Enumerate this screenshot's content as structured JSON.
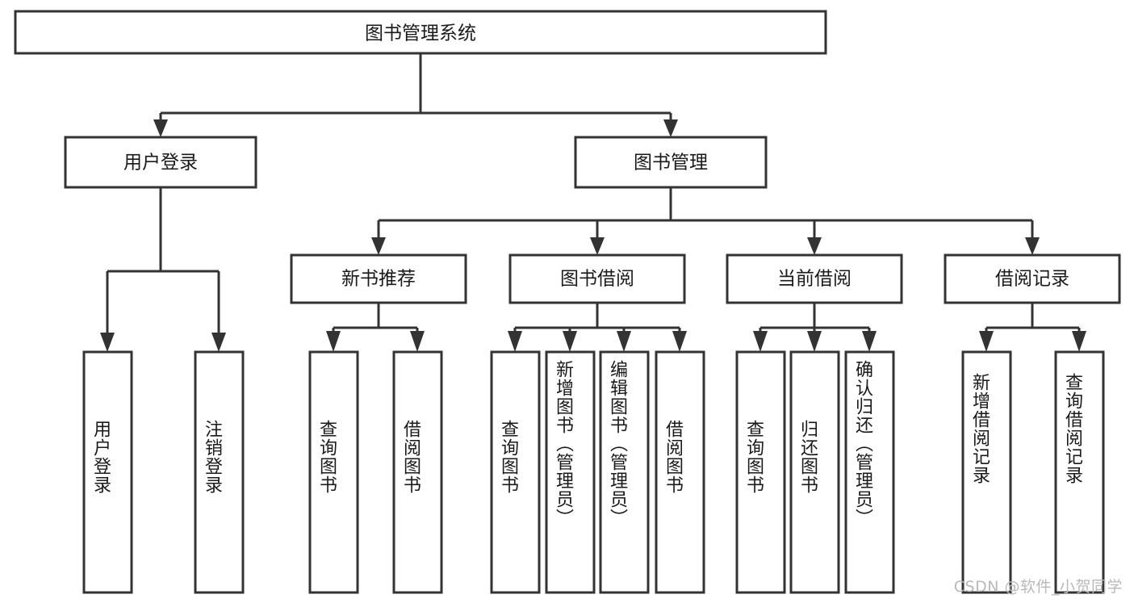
{
  "diagram": {
    "type": "tree-hierarchy-chart",
    "title": "图书管理系统",
    "stroke_color": "#333333",
    "box_fill": "#ffffff",
    "text_color": "#1a1a1a",
    "root": {
      "id": "root",
      "label": "图书管理系统"
    },
    "level2": [
      {
        "id": "user-login",
        "label": "用户登录"
      },
      {
        "id": "book-management",
        "label": "图书管理"
      }
    ],
    "level3": [
      {
        "id": "new-book-recommend",
        "label": "新书推荐",
        "parent": "book-management"
      },
      {
        "id": "book-borrow",
        "label": "图书借阅",
        "parent": "book-management"
      },
      {
        "id": "current-borrow",
        "label": "当前借阅",
        "parent": "book-management"
      },
      {
        "id": "borrow-record",
        "label": "借阅记录",
        "parent": "book-management"
      }
    ],
    "leaves": [
      {
        "id": "leaf-user-login",
        "label": "用户登录",
        "parent": "user-login"
      },
      {
        "id": "leaf-logout-login",
        "label": "注销登录",
        "parent": "user-login"
      },
      {
        "id": "leaf-query-book-1",
        "label": "查询图书",
        "parent": "new-book-recommend"
      },
      {
        "id": "leaf-borrow-book-1",
        "label": "借阅图书",
        "parent": "new-book-recommend"
      },
      {
        "id": "leaf-query-book-2",
        "label": "查询图书",
        "parent": "book-borrow"
      },
      {
        "id": "leaf-add-book",
        "label": "新增图书（管理员）",
        "parent": "book-borrow"
      },
      {
        "id": "leaf-edit-book",
        "label": "编辑图书（管理员）",
        "parent": "book-borrow"
      },
      {
        "id": "leaf-borrow-book-2",
        "label": "借阅图书",
        "parent": "book-borrow"
      },
      {
        "id": "leaf-query-book-3",
        "label": "查询图书",
        "parent": "current-borrow"
      },
      {
        "id": "leaf-return-book",
        "label": "归还图书",
        "parent": "current-borrow"
      },
      {
        "id": "leaf-confirm-return",
        "label": "确认归还（管理员）",
        "parent": "current-borrow"
      },
      {
        "id": "leaf-add-record",
        "label": "新增借阅记录",
        "parent": "borrow-record"
      },
      {
        "id": "leaf-query-record",
        "label": "查询借阅记录",
        "parent": "borrow-record"
      }
    ],
    "watermark": "CSDN @软件_小贺同学"
  }
}
